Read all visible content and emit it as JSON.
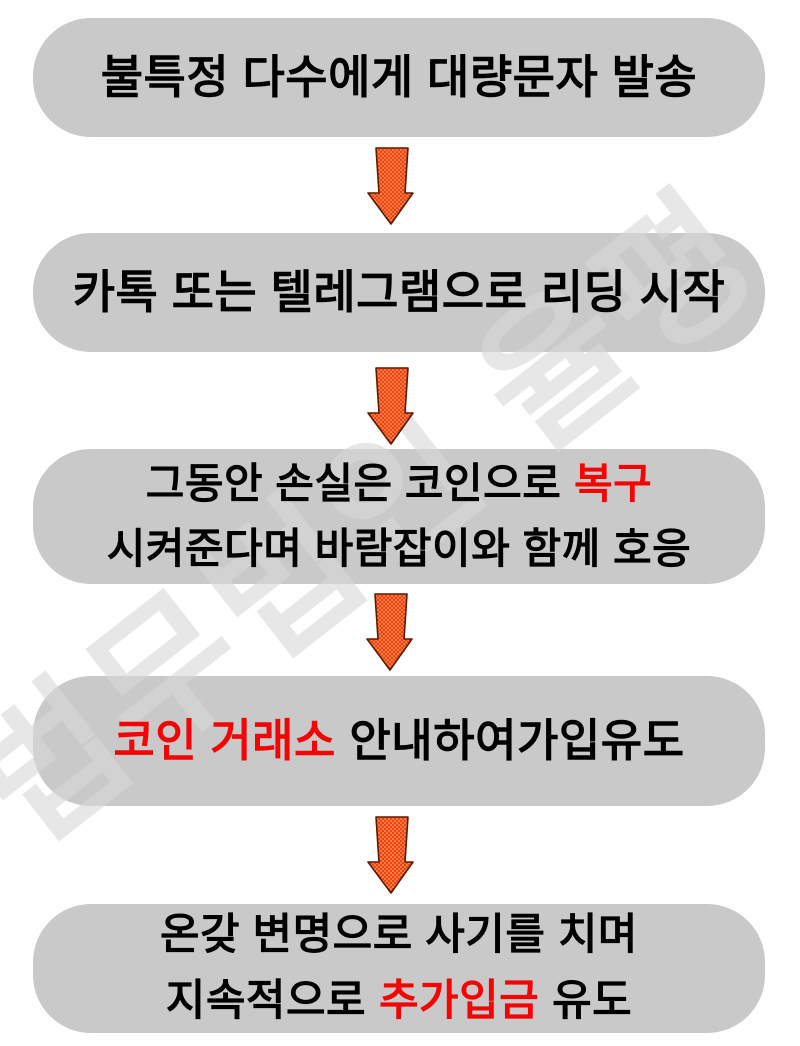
{
  "watermark": {
    "text": "법무법인 율평"
  },
  "steps": {
    "step1": {
      "text": "불특정 다수에게 대량문자 발송"
    },
    "step2": {
      "text": "카톡 또는 텔레그램으로 리딩 시작"
    },
    "step3": {
      "line1_black": "그동안 손실은 코인으로",
      "line1_red": "복구",
      "line2_black": "시켜준다며 바람잡이와 함께 호응"
    },
    "step4": {
      "red": "코인 거래소",
      "black": "안내하여가입유도"
    },
    "step5": {
      "line1": "온갖 변명으로 사기를 치며",
      "line2_black_pre": "지속적으로",
      "line2_red": "추가입금",
      "line2_black_post": "유도"
    }
  },
  "icons": {
    "arrow": "down-arrow-icon"
  },
  "colors": {
    "box_bg": "#c9c9c9",
    "text": "#000000",
    "highlight_red": "#f30505",
    "arrow_fill": "#f5420d",
    "arrow_fill_alt": "#fb7b49",
    "arrow_outline": "#591b00",
    "watermark_gray": "#d8d8d8"
  }
}
